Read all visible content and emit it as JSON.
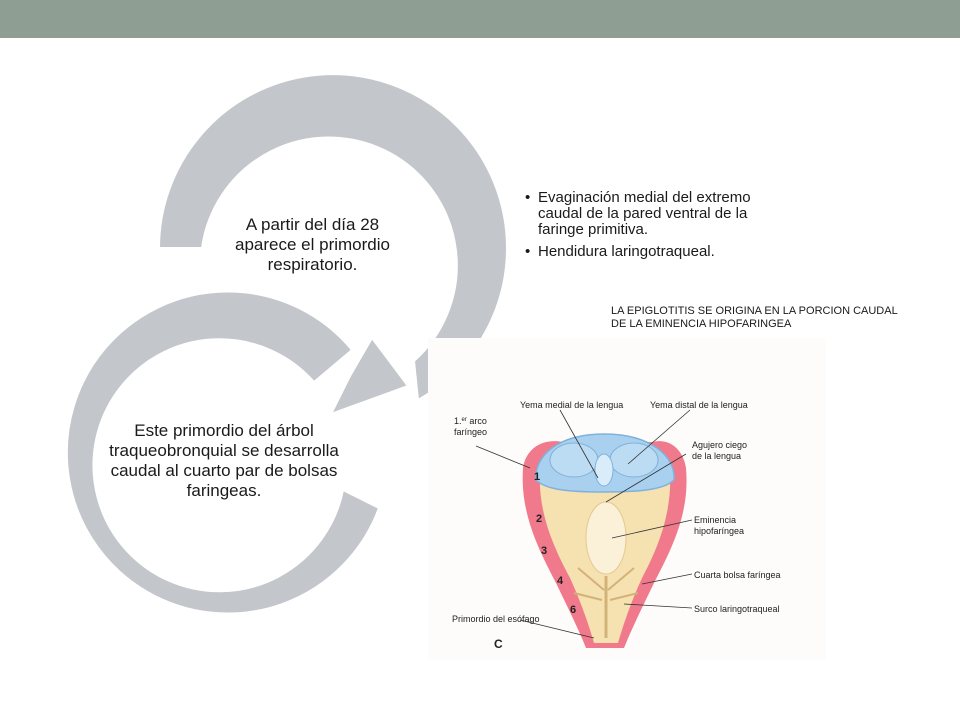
{
  "cycle": {
    "step1": "A partir del día 28 aparece el primordio respiratorio.",
    "step2": "Este primordio del árbol traqueobronquial se desarrolla caudal al cuarto par de bolsas faringeas."
  },
  "bullets": [
    "Evaginación medial del extremo caudal de la pared ventral de la faringe primitiva.",
    "Hendidura laringotraqueal."
  ],
  "note": "LA EPIGLOTITIS  SE ORIGINA   EN LA PORCION CAUDAL DE LA EMINENCIA  HIPOFARINGEA",
  "figure": {
    "labels": {
      "arco": [
        "1.",
        "er",
        " arco"
      ],
      "arco2": "faríngeo",
      "yema_medial": "Yema medial de la lengua",
      "yema_distal": "Yema distal de la lengua",
      "agujero1": "Agujero ciego",
      "agujero2": "de la lengua",
      "eminencia1": "Eminencia",
      "eminencia2": "hipofaríngea",
      "cuarta": "Cuarta bolsa faríngea",
      "surco": "Surco laringotraqueal",
      "primordio": "Primordio del esófago",
      "panel": "C"
    },
    "arch_numbers": [
      "1",
      "2",
      "3",
      "4",
      "6"
    ],
    "colors": {
      "arch": "#f07a8c",
      "tongue": "#a9d0ee",
      "hypopharynx": "#f6e1b0",
      "cycle_ring": "#c3c6cb"
    }
  }
}
